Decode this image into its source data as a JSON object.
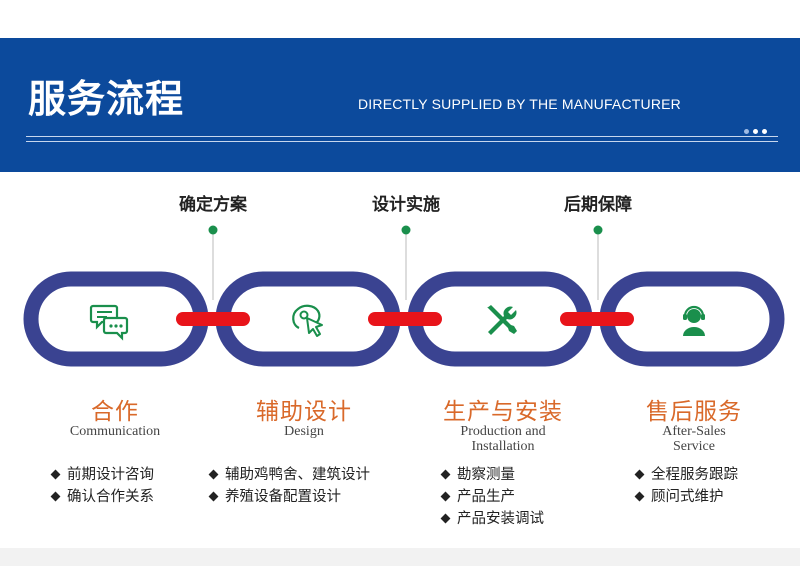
{
  "banner": {
    "title": "服务流程",
    "subtitle": "DIRECTLY SUPPLIED BY THE MANUFACTURER"
  },
  "colors": {
    "banner_blue": "#0c4a9c",
    "chain_blue": "#3a4391",
    "connector_red": "#e8141a",
    "icon_green": "#1a8f4c",
    "stage_orange": "#d9692a"
  },
  "milestones": [
    "确定方案",
    "设计实施",
    "后期保障"
  ],
  "stages": [
    {
      "title": "合作",
      "english": [
        "Communication"
      ],
      "icon": "chat-bubbles-icon",
      "bullets": [
        "前期设计咨询",
        "确认合作关系"
      ]
    },
    {
      "title": "辅助设计",
      "english": [
        "Design"
      ],
      "icon": "design-cursor-icon",
      "bullets": [
        "辅助鸡鸭舍、建筑设计",
        "养殖设备配置设计"
      ]
    },
    {
      "title": "生产与安装",
      "english": [
        "Production and",
        "Installation"
      ],
      "icon": "tools-icon",
      "bullets": [
        "勘察测量",
        "产品生产",
        "产品安装调试"
      ]
    },
    {
      "title": "售后服务",
      "english": [
        "After-Sales",
        "Service"
      ],
      "icon": "support-agent-icon",
      "bullets": [
        "全程服务跟踪",
        "顾问式维护"
      ]
    }
  ]
}
